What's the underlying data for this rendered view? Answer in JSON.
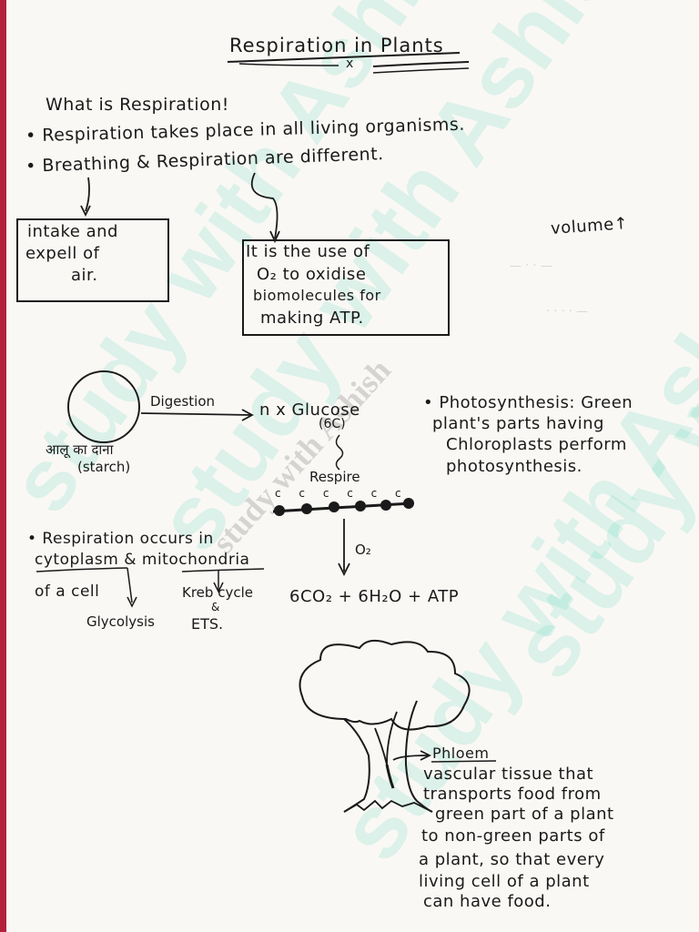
{
  "title": "Respiration in Plants",
  "title_mark": "x",
  "what_is": "What is Respiration!",
  "bullet1": "Respiration takes place in all living organisms.",
  "bullet2": "Breathing & Respiration are different.",
  "box_breathing": [
    "intake and",
    "expell of",
    "air."
  ],
  "box_respiration": [
    "It is the use of",
    "O₂ to oxidise",
    "biomolecules for",
    "making ATP."
  ],
  "volume_note": "volume↑",
  "digestion": {
    "starch_hindi": "आलू का दाना",
    "starch": "(starch)",
    "arrow_label": "Digestion",
    "glucose": "n x Glucose",
    "glucose_c": "(6C)",
    "respire": "Respire",
    "carbons": "c c c c c c",
    "o2": "O₂",
    "products": "6CO₂ + 6H₂O + ATP"
  },
  "photosynthesis": [
    "• Photosynthesis: Green",
    "plant's parts having",
    "Chloroplasts perform",
    "photosynthesis."
  ],
  "respiration_occurs": [
    "• Respiration occurs in",
    "cytoplasm & mitochondria",
    "of a cell"
  ],
  "glycolysis": "Glycolysis",
  "kreb": [
    "Kreb cycle",
    "&",
    "ETS."
  ],
  "phloem": {
    "label": "Phloem",
    "lines": [
      "vascular tissue that",
      "transports food from",
      "green part of a plant",
      "to non-green parts of",
      "a plant, so that every",
      "living cell of a plant",
      "can have food."
    ]
  },
  "watermark": "study with Ashish"
}
